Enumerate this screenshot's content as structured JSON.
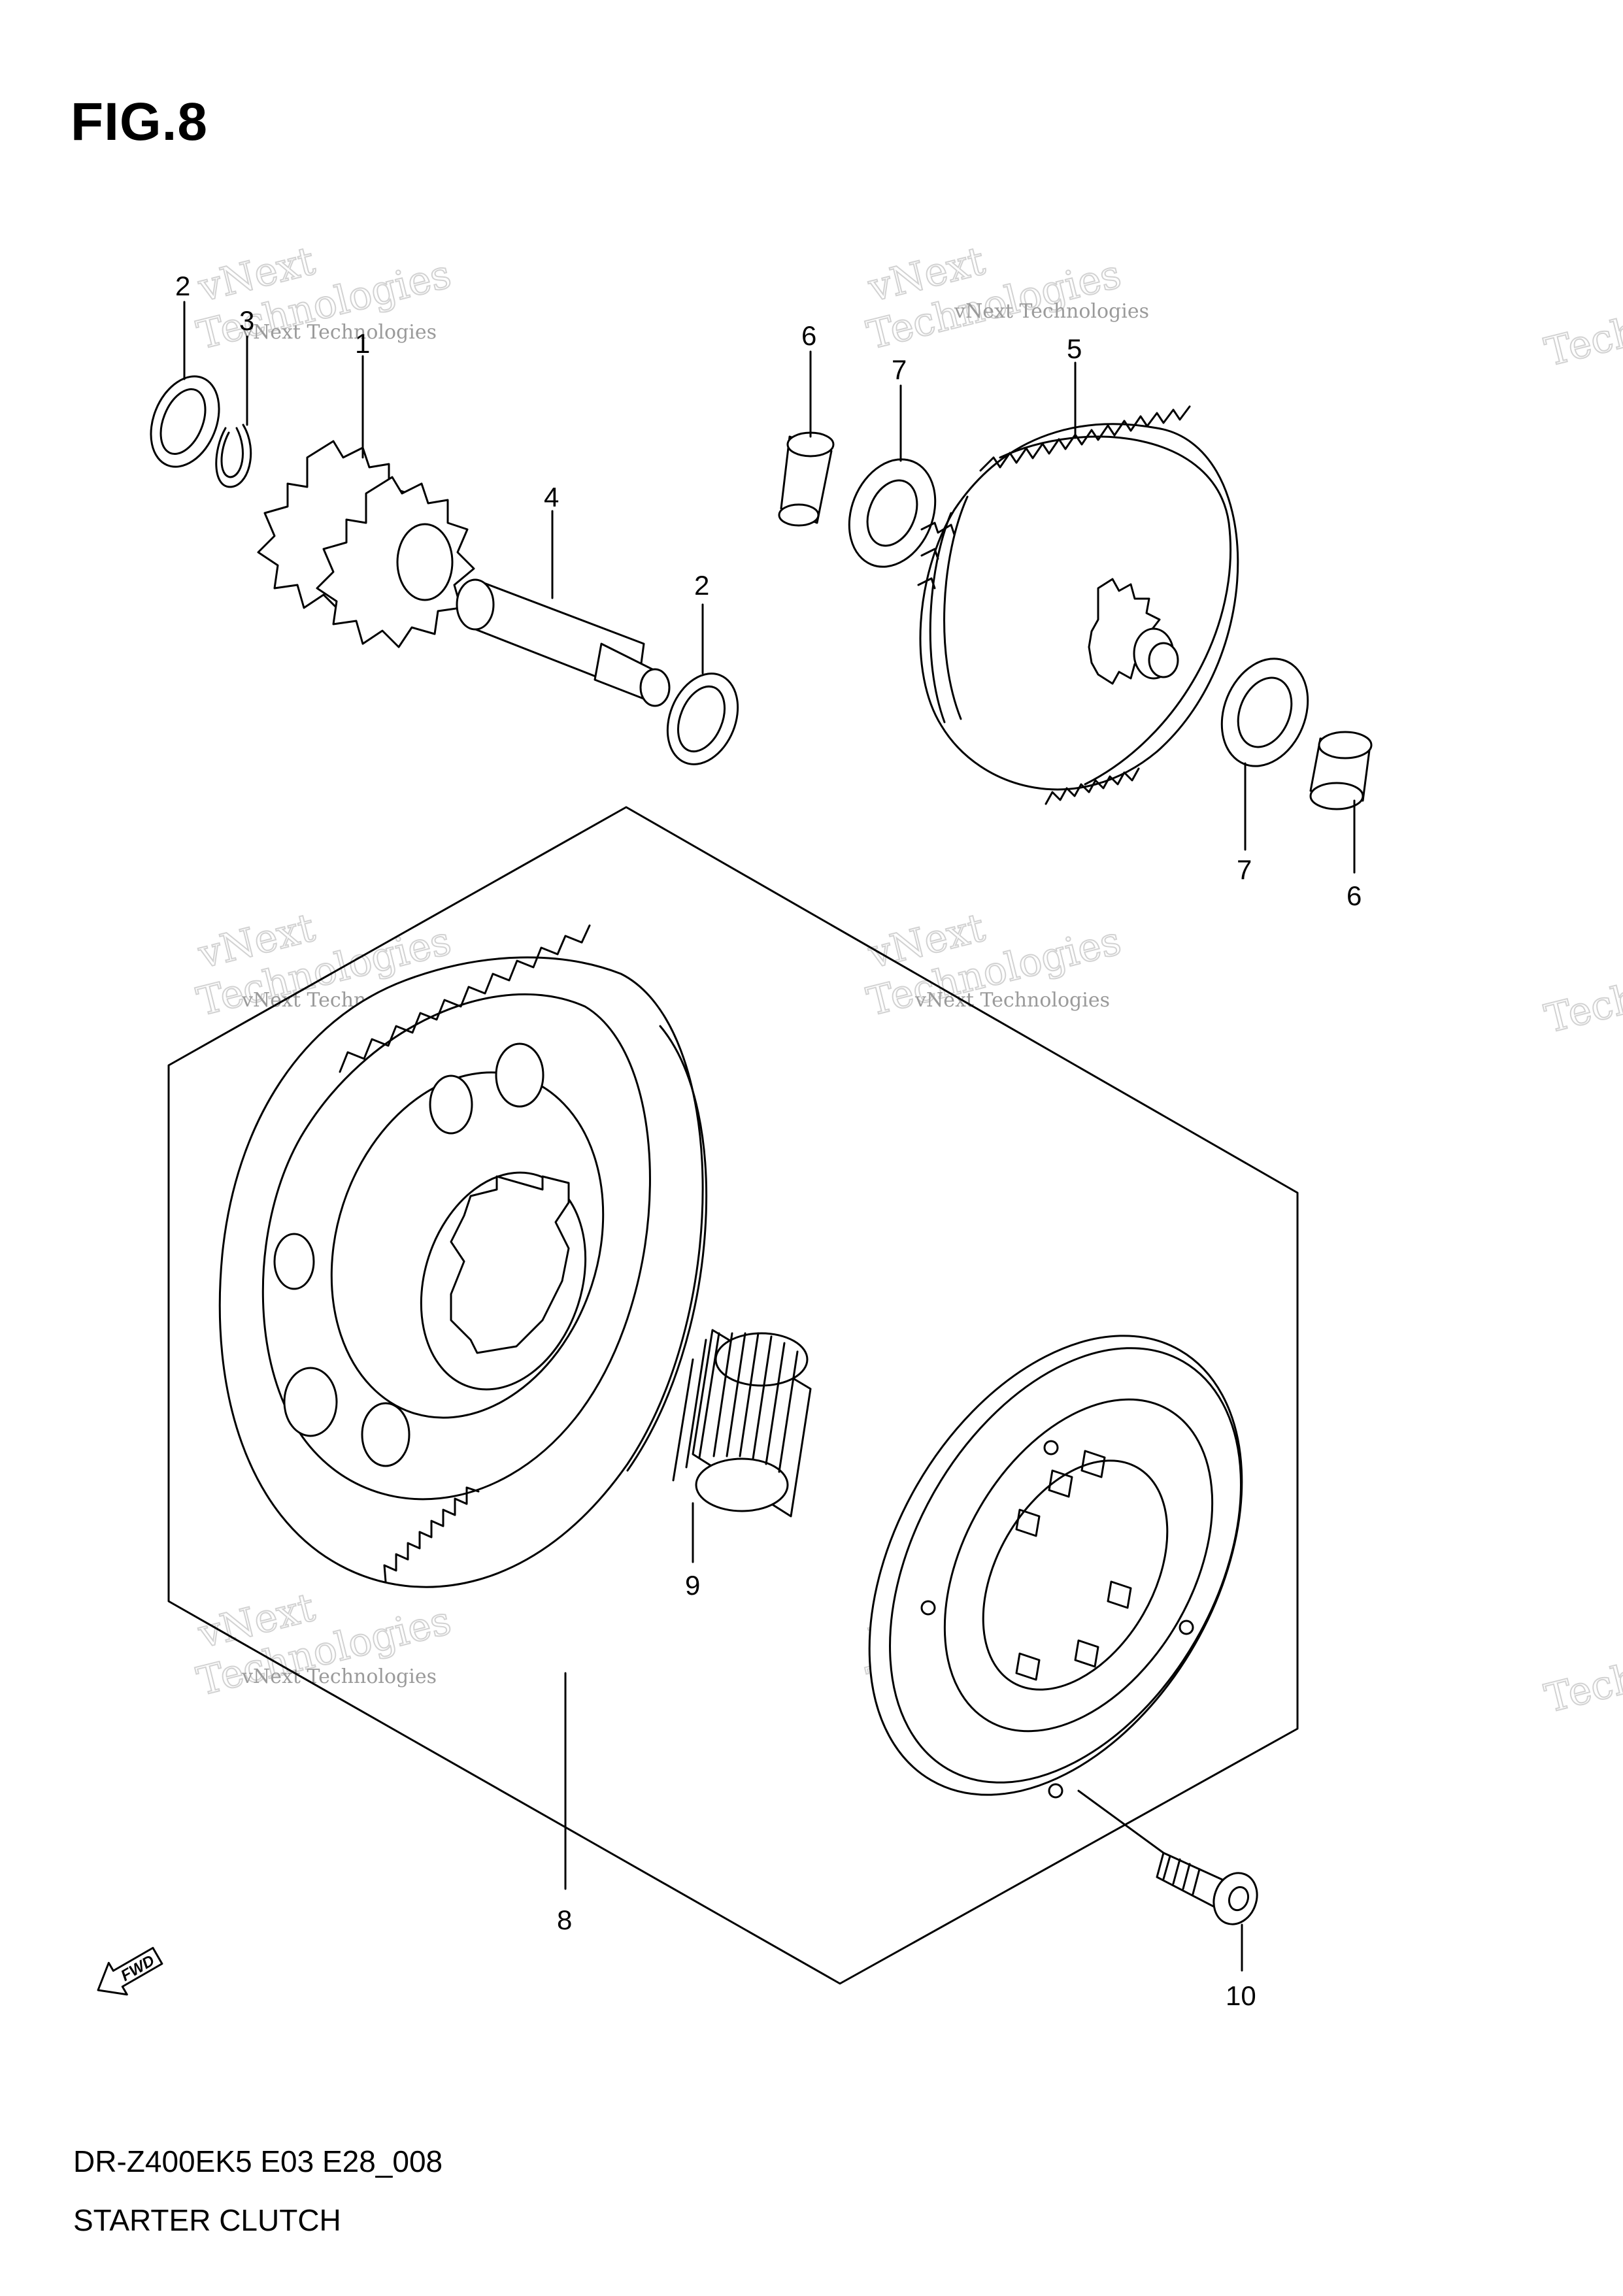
{
  "figure": {
    "title": "FIG.8",
    "model_code": "DR-Z400EK5 E03 E28_008",
    "name": "STARTER CLUTCH"
  },
  "watermark": {
    "line1": "vNext Technologies",
    "line2_a": "vNext",
    "line2_b": "Technologies"
  },
  "fwd_label": "FWD",
  "callouts": [
    {
      "id": "c2a",
      "label": "2"
    },
    {
      "id": "c3",
      "label": "3"
    },
    {
      "id": "c1",
      "label": "1"
    },
    {
      "id": "c4",
      "label": "4"
    },
    {
      "id": "c2b",
      "label": "2"
    },
    {
      "id": "c6a",
      "label": "6"
    },
    {
      "id": "c7a",
      "label": "7"
    },
    {
      "id": "c5",
      "label": "5"
    },
    {
      "id": "c7b",
      "label": "7"
    },
    {
      "id": "c6b",
      "label": "6"
    },
    {
      "id": "c9",
      "label": "9"
    },
    {
      "id": "c8",
      "label": "8"
    },
    {
      "id": "c10",
      "label": "10"
    }
  ]
}
